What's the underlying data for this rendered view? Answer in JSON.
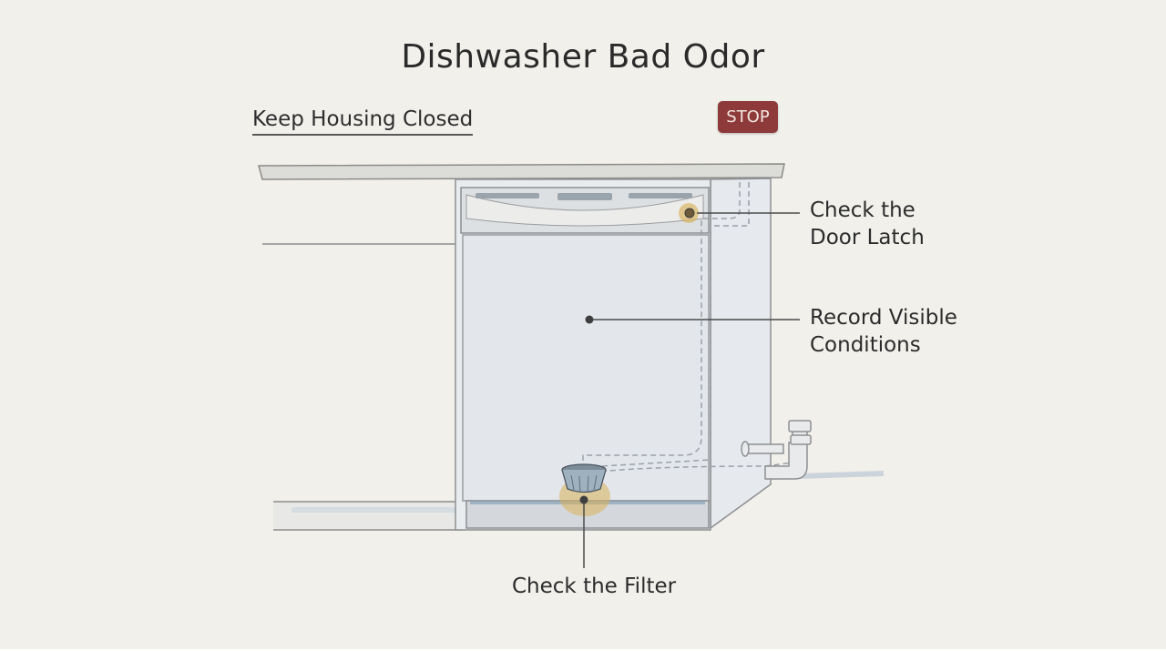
{
  "diagram": {
    "title": "Dishwasher Bad Odor",
    "subtitle": "Keep Housing Closed",
    "stop_badge": "STOP",
    "callouts": {
      "door_latch": [
        "Check the",
        "Door Latch"
      ],
      "record_conditions": [
        "Record Visible",
        "Conditions"
      ],
      "filter": "Check the Filter"
    },
    "colors": {
      "background": "#f1f0eb",
      "stop_badge": "#8e3a3a",
      "highlight": "#d9b25a",
      "appliance": "#e3e7ec",
      "line": "#4a4a4a"
    }
  }
}
